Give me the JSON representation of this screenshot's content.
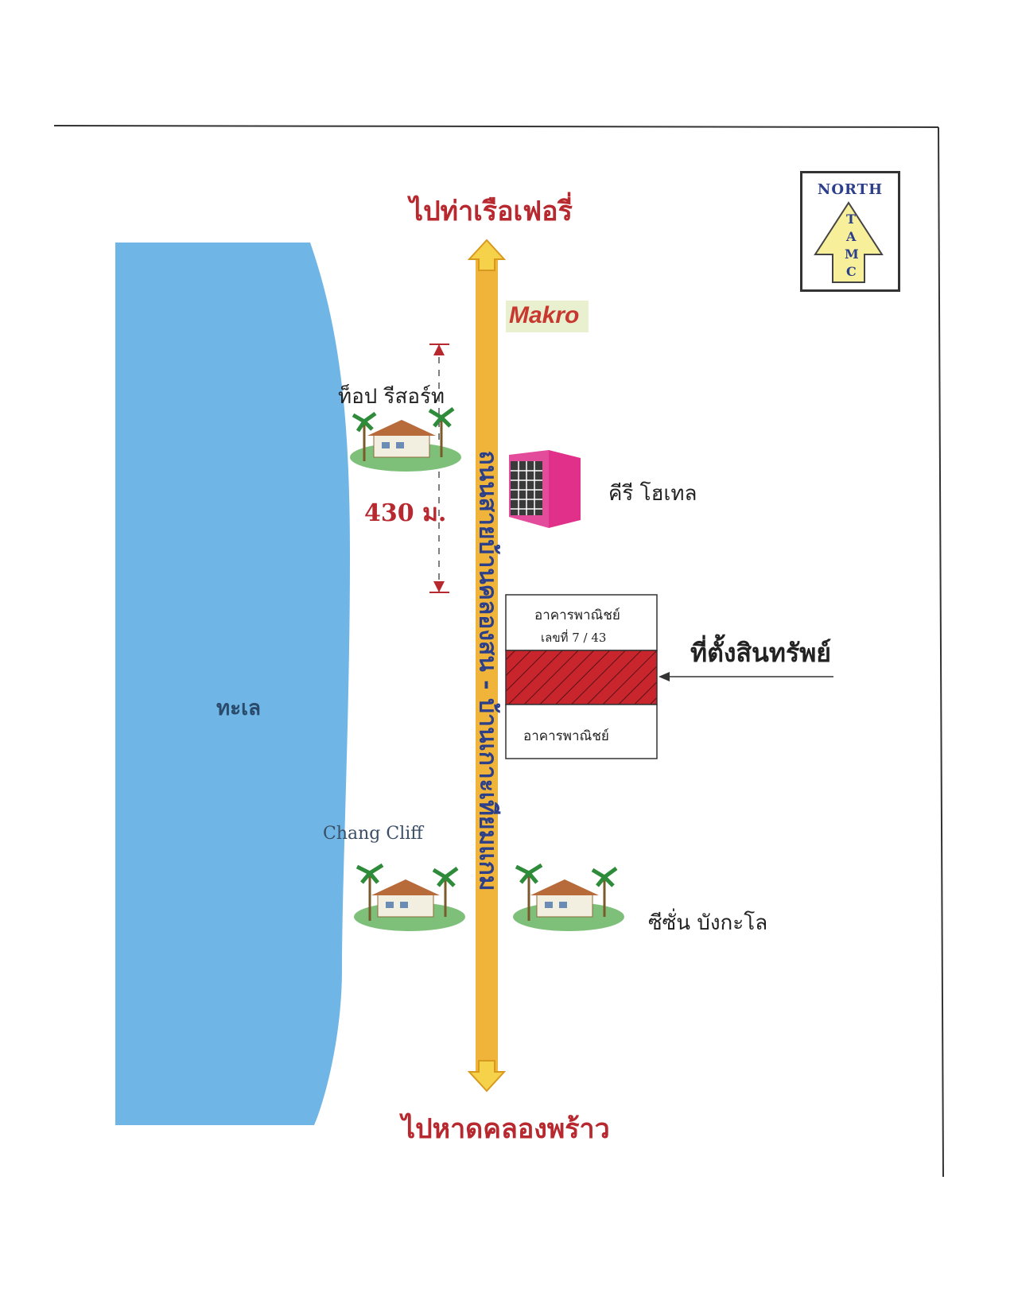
{
  "map": {
    "directions": {
      "north_label": "ไปท่าเรือเฟอรี่",
      "south_label": "ไปหาดคลองพร้าว"
    },
    "road_name": "ถนนสายบ้านคลองสน - บ้านเกาะเทียมแกม",
    "sea_label": "ทะเล",
    "distance_label": "430 ม.",
    "landmarks": {
      "makro": "Makro",
      "top_resort": "ท็อป รีสอร์ท",
      "kiri_hotel": "คีรี โฮเทล",
      "chang_cliff": "Chang Cliff",
      "season_bungalow": "ซีซั่น บังกะโล"
    },
    "buildings": {
      "upper_name": "อาคารพาณิชย์",
      "upper_number": "เลขที่ 7 / 43",
      "lower_name": "อาคารพาณิชย์"
    },
    "property_label": "ที่ตั้งสินทรัพย์",
    "compass": {
      "title": "NORTH",
      "letters": [
        "T",
        "A",
        "M",
        "C"
      ]
    },
    "colors": {
      "sea": "#6fb6e6",
      "road": "#f0b43a",
      "property": "#c8252d",
      "hotel": "#e0308a",
      "label_red": "#b8282f",
      "road_text": "#2b3f8a"
    }
  }
}
